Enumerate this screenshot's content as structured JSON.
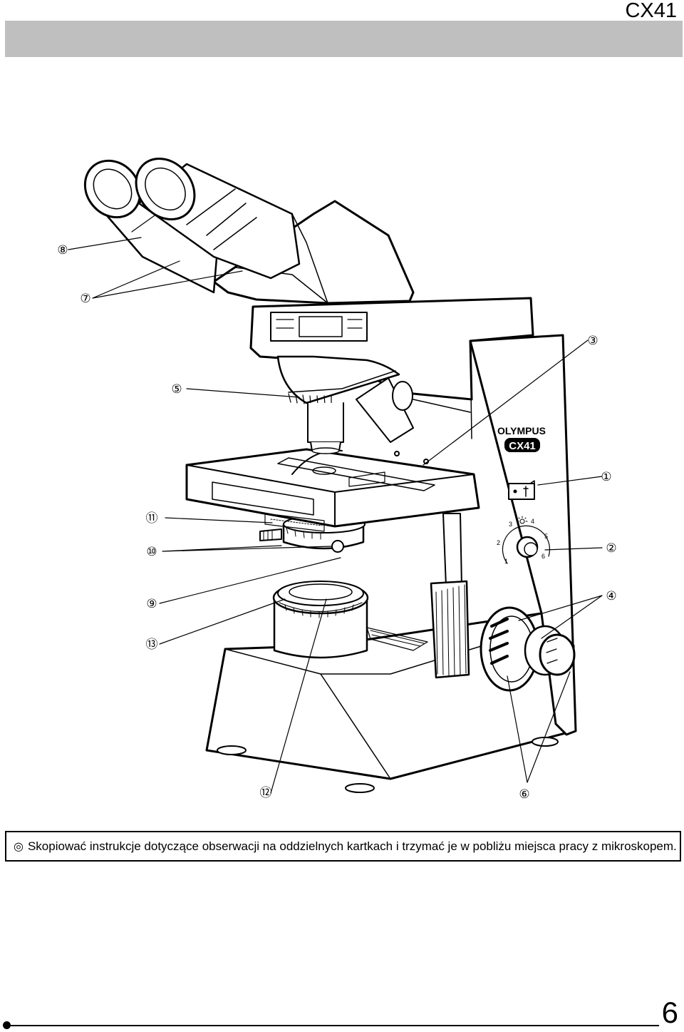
{
  "header": {
    "model": "CX41"
  },
  "figure": {
    "brand_logo": "OLYMPUS",
    "model_logo": "CX41",
    "dial_numbers": [
      "1",
      "2",
      "3",
      "4",
      "5",
      "6"
    ],
    "dial_icon": "light-bulb-icon",
    "callouts": [
      {
        "id": "c1",
        "label": "①"
      },
      {
        "id": "c2",
        "label": "②"
      },
      {
        "id": "c3",
        "label": "③"
      },
      {
        "id": "c4",
        "label": "④"
      },
      {
        "id": "c5",
        "label": "⑤"
      },
      {
        "id": "c6",
        "label": "⑥"
      },
      {
        "id": "c7",
        "label": "⑦"
      },
      {
        "id": "c8",
        "label": "⑧"
      },
      {
        "id": "c9",
        "label": "⑨"
      },
      {
        "id": "c10",
        "label": "⑩"
      },
      {
        "id": "c11",
        "label": "⑪"
      },
      {
        "id": "c12",
        "label": "⑫"
      },
      {
        "id": "c13",
        "label": "⑬"
      }
    ]
  },
  "note": {
    "icon": "double-circle-icon",
    "symbol": "◎",
    "text": "Skopiować instrukcje dotyczące obserwacji na oddzielnych kartkach i trzymać je w pobliżu miejsca pracy z mikroskopem."
  },
  "footer": {
    "page_number": "6"
  }
}
